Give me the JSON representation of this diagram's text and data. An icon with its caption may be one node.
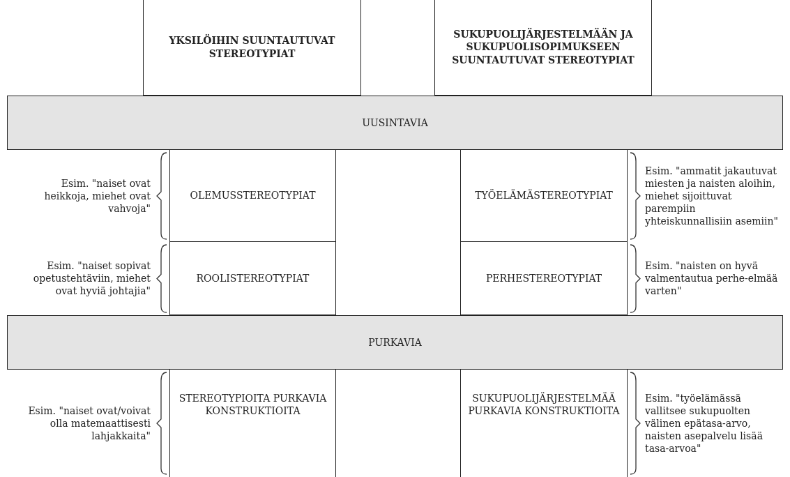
{
  "diagram": {
    "nodes": [
      {
        "text": [
          "YKSILÖIHIN SUUNTAUTUVAT STEREOTYPIAT"
        ]
      },
      {
        "text": [
          "SUKUPUOLIJÄRJESTELMÄÄN JA SUKUPUOLISOPIMUKSEEN SUUNTAUTUVAT STEREOTYPIAT"
        ]
      },
      {
        "text": [
          "UUSINTAVIA"
        ]
      },
      {
        "text": [
          "OLEMUSSTEREOTYPIAT"
        ],
        "beside": [
          "Esim. \"naiset ovat heikkoja, miehet ovat vahvoja\""
        ]
      },
      {
        "text": [
          "TYÖELÄMÄSTEREOTYPIAT"
        ],
        "beside": [
          "Esim. \"ammatit jakautuvat miesten ja naisten aloihin, miehet sijoittuvat parempiin yhteiskunnallisiin asemiin\""
        ]
      },
      {
        "text": [
          "ROOLISTEREOTYPIAT"
        ],
        "beside": [
          "Esim. \"naiset sopivat opetustehtäviin, miehet ovat hyviä johtajia\""
        ]
      },
      {
        "text": [
          "PERHESTEREOTYPIAT"
        ],
        "beside": [
          "Esim. \"naisten on hyvä valmentautua perhe-elmää varten\""
        ]
      },
      {
        "text": [
          "PURKAVIA"
        ]
      },
      {
        "text": [
          "STEREOTYPIOITA PURKAVIA KONSTRUKTIOITA"
        ],
        "beside": [
          "Esim. \"naiset ovat/voivat olla matemaattisesti lahjakkaita\""
        ]
      },
      {
        "text": [
          "SUKUPUOLIJÄRJESTELMÄÄ PURKAVIA KONSTRUKTIOITA"
        ],
        "beside": [
          "Esim. \"työelämässä vallitsee sukupuolten välinen epätasa-arvo, naisten asepalvelu lisää tasa-arvoa\""
        ]
      }
    ],
    "edges": []
  }
}
